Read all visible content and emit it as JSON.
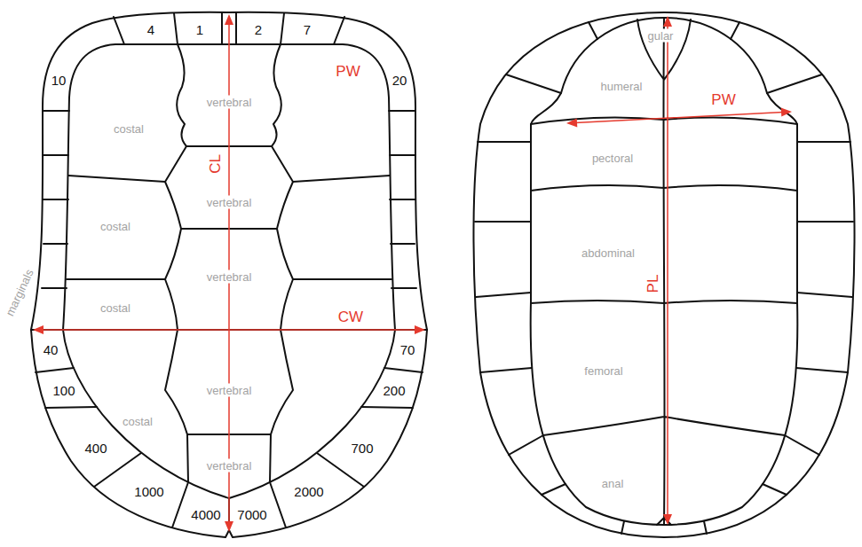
{
  "diagram": {
    "labels": [
      "4",
      "1",
      "2",
      "7",
      "10",
      "PW",
      "20",
      "vertebral",
      "costal",
      "CL",
      "vertebral",
      "costal",
      "vertebral",
      "costal",
      "CW",
      "marginals",
      "40",
      "70",
      "100",
      "vertebral",
      "costal",
      "200",
      "400",
      "700",
      "vertebral",
      "1000",
      "2000",
      "4000",
      "7000",
      "gular",
      "humeral",
      "PW",
      "pectoral",
      "abdominal",
      "PL",
      "femoral",
      "anal"
    ]
  }
}
